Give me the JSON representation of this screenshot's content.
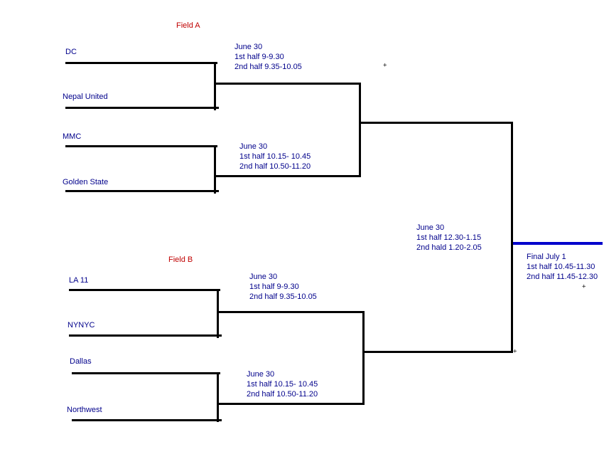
{
  "colors": {
    "team_text_color": "#00008B",
    "match_text_color": "#00008B",
    "field_label_color": "#C00000",
    "line_color": "#000000",
    "final_line_color": "#0000CC"
  },
  "fields": {
    "a": "Field A",
    "b": "Field B"
  },
  "teams": {
    "dc": "DC",
    "nepal_united": "Nepal United",
    "mmc": "MMC",
    "golden_state": "Golden State",
    "la_11": "LA 11",
    "nynyc": "NYNYC",
    "dallas": "Dallas",
    "northwest": "Northwest"
  },
  "matches": {
    "field_a_match1": {
      "date": "June 30",
      "first_half": "1st half 9-9.30",
      "second_half": "2nd half 9.35-10.05"
    },
    "field_a_match2": {
      "date": "June 30",
      "first_half": "1st half 10.15- 10.45",
      "second_half": "2nd half 10.50-11.20"
    },
    "field_b_match1": {
      "date": "June 30",
      "first_half": "1st half 9-9.30",
      "second_half": "2nd half 9.35-10.05"
    },
    "field_b_match2": {
      "date": "June 30",
      "first_half": "1st half 10.15- 10.45",
      "second_half": "2nd half 10.50-11.20"
    },
    "semifinal": {
      "date": "June 30",
      "first_half": "1st half 12.30-1.15",
      "second_half": "2nd hald 1.20-2.05"
    },
    "final": {
      "date": "Final July 1",
      "first_half": "1st half 10.45-11.30",
      "second_half": "2nd half 11.45-12.30"
    }
  },
  "cursor_marks": {
    "mark1": "+",
    "mark2": "+",
    "mark3": "+"
  }
}
